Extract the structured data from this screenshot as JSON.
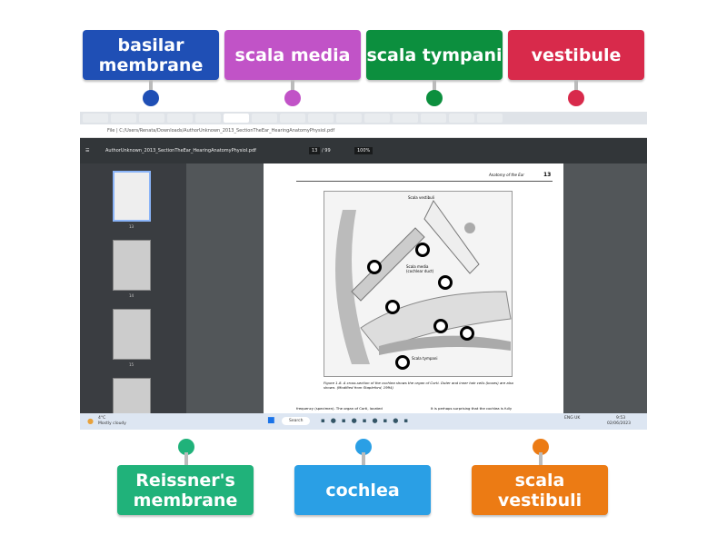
{
  "labels_top": [
    {
      "text": "basilar membrane",
      "color": "#1f4fb5"
    },
    {
      "text": "scala media",
      "color": "#c153c7"
    },
    {
      "text": "scala tympani",
      "color": "#0c8f3e"
    },
    {
      "text": "vestibule",
      "color": "#d82a4b"
    }
  ],
  "labels_bottom": [
    {
      "text": "Reissner's membrane",
      "color": "#20b27a"
    },
    {
      "text": "cochlea",
      "color": "#2a9fe5"
    },
    {
      "text": "scala vestibuli",
      "color": "#ec7b14"
    }
  ],
  "screenshot": {
    "address": "File | C:/Users/Renata/Downloads/AuthorUnknown_2013_SectionTheEar_HearingAnatomyPhysiol.pdf",
    "pdf_title": "AuthorUnknown_2013_SectionTheEar_HearingAnatomyPhysiol.pdf",
    "page_num": "13",
    "page_total": "/ 99",
    "zoom": "100%",
    "page_header": "Anatomy of the Ear",
    "page_number_label": "13",
    "figure_top_label": "Scala vestibuli",
    "figure_mid_label": "Scala media (cochlear duct)",
    "figure_bottom_label": "Scala tympani",
    "caption": "Figure 1-8. A cross-section of the cochlea shows the organ of Corti. Outer and inner hair cells (boxes) are also shown. (Modified from Stapleford, 1994)",
    "body_text_left": "frequency (specimen). The organ of Corti, located",
    "body_text_right": "It is perhaps surprising that the cochlea is fully",
    "thumb_pages": [
      "13",
      "14",
      "15"
    ],
    "weather_temp": "4°C",
    "weather_desc": "Mostly cloudy",
    "search": "Search",
    "lang": "ENG UK",
    "time": "9:53",
    "date": "02/06/2023"
  }
}
